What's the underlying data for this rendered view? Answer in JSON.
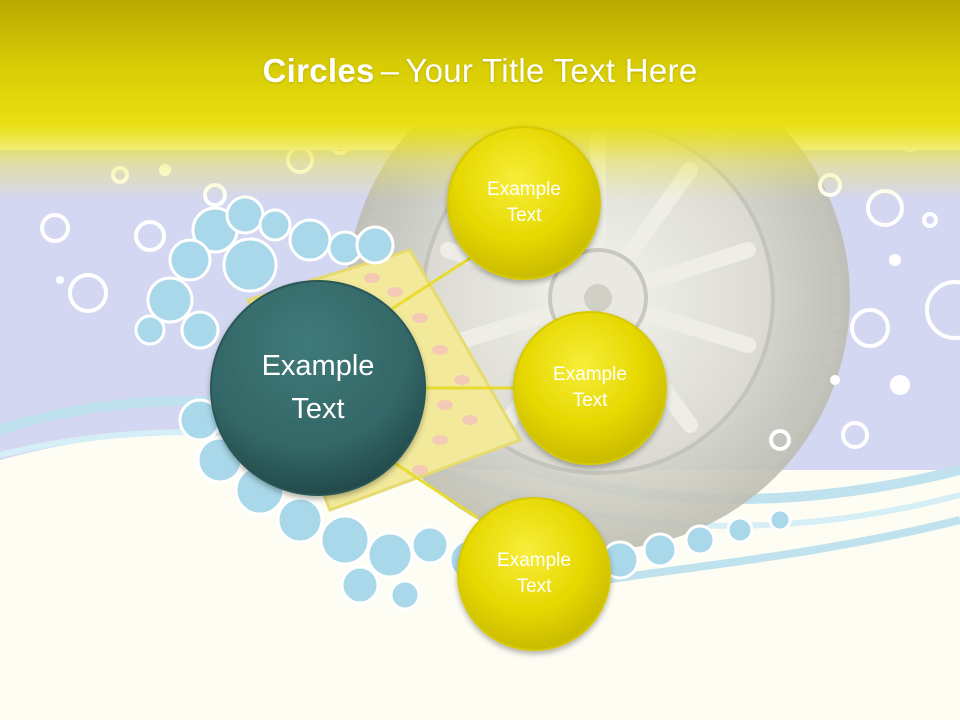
{
  "slide": {
    "title_bold": "Circles",
    "title_separator": "–",
    "title_rest": "Your Title Text Here"
  },
  "diagram": {
    "center_label_line1": "Example",
    "center_label_line2": "Text",
    "nodes": [
      {
        "line1": "Example",
        "line2": "Text"
      },
      {
        "line1": "Example",
        "line2": "Text"
      },
      {
        "line1": "Example",
        "line2": "Text"
      }
    ]
  },
  "colors": {
    "title_band": "#d9ce05",
    "center_circle": "#336666",
    "node_circle": "#e6d800",
    "connector": "#e8dc30",
    "sky": "#cfd3f4",
    "bubble": "#a9d8ea"
  }
}
